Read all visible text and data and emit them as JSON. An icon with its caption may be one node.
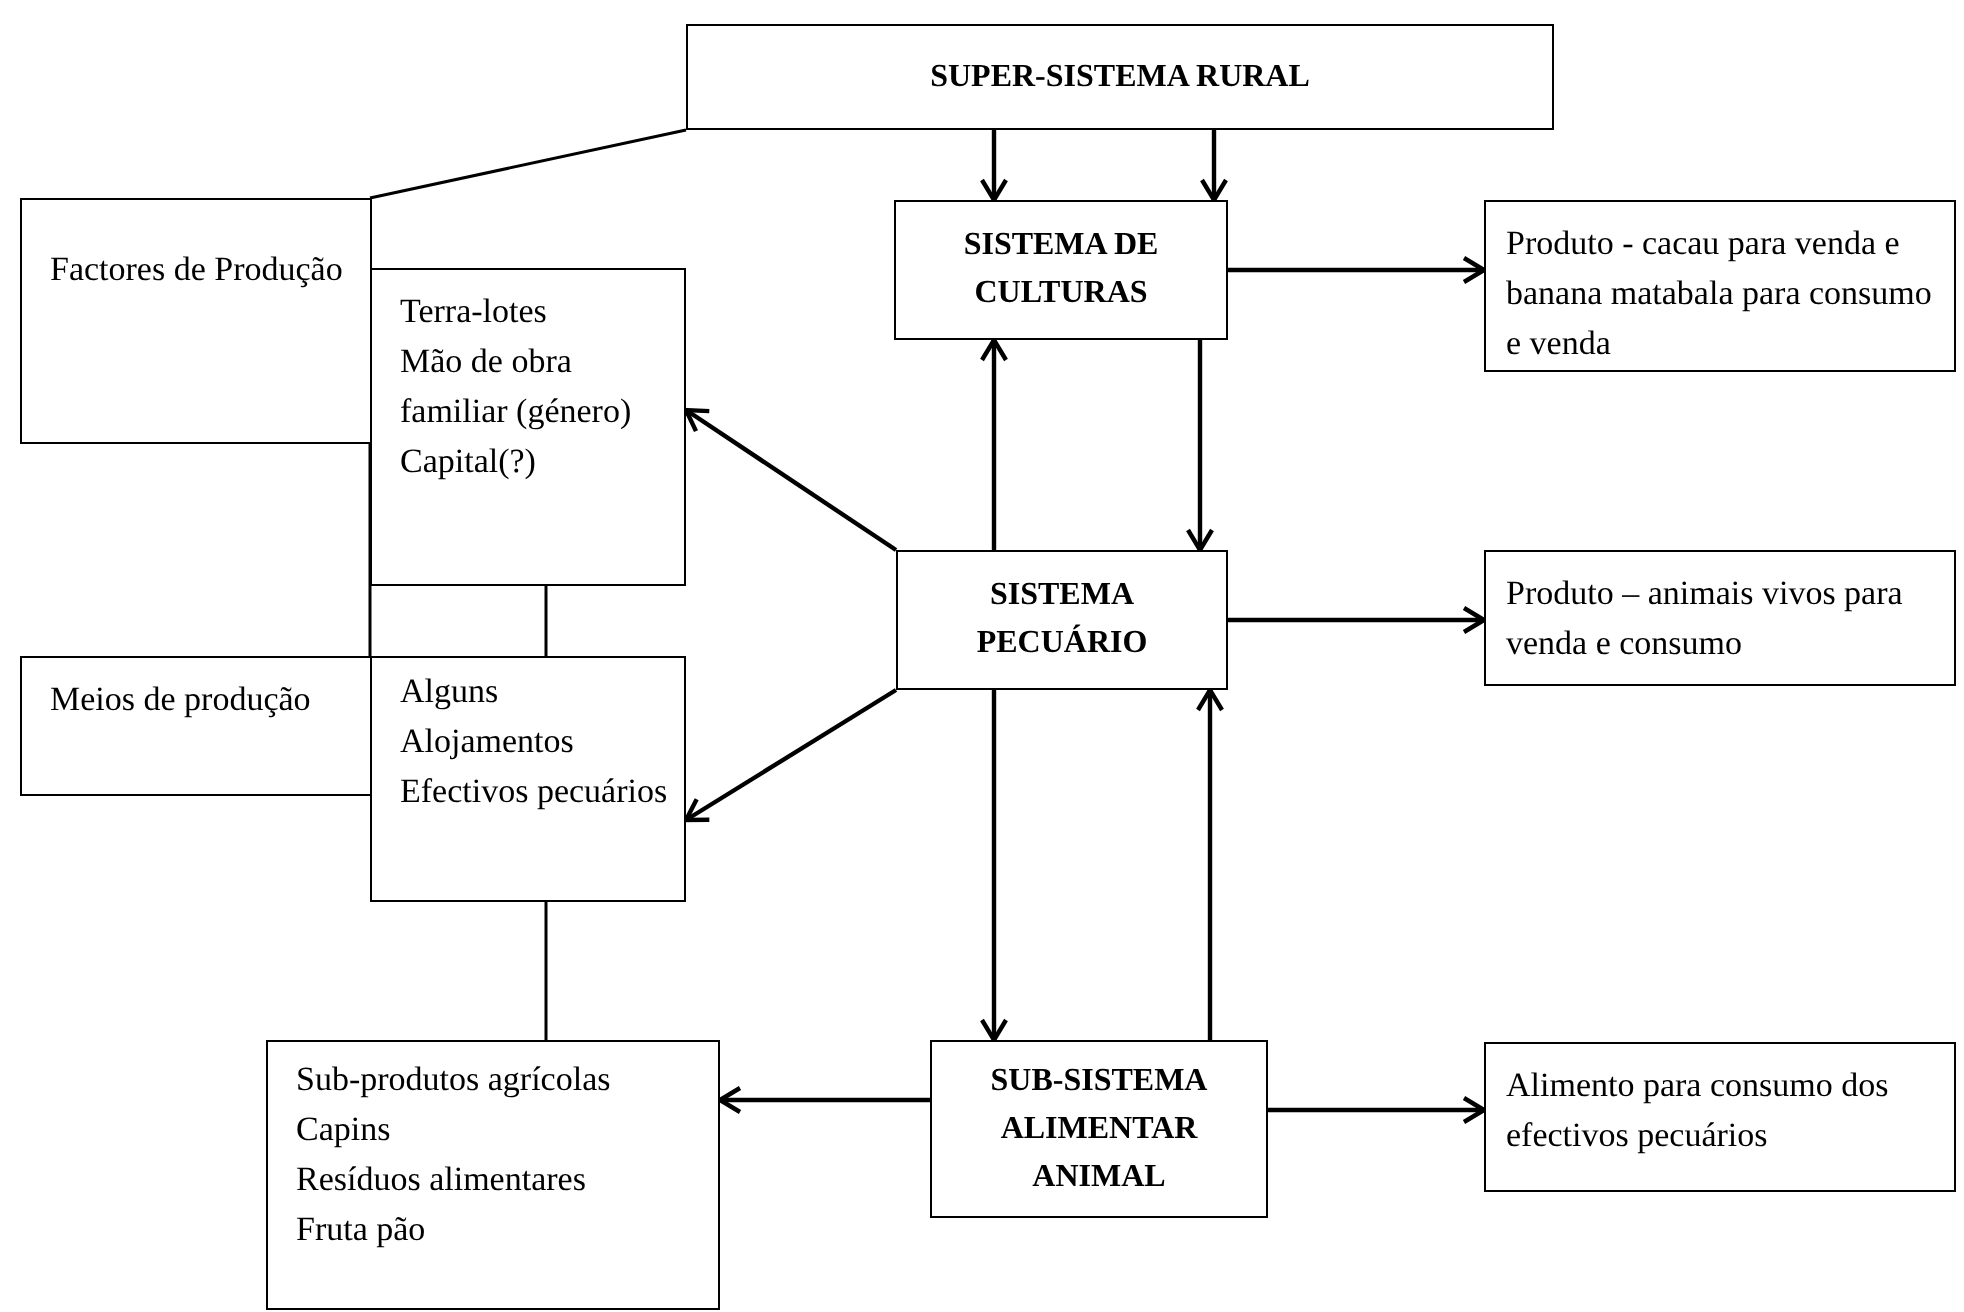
{
  "diagram": {
    "nodes": [
      {
        "text": [
          "SUPER-SISTEMA RURAL"
        ]
      },
      {
        "text": [
          "Factores de Produção"
        ]
      },
      {
        "text": [
          "Terra-lotes",
          "Mão de obra familiar (género)",
          "Capital(?)"
        ]
      },
      {
        "text": [
          "SISTEMA DE CULTURAS"
        ]
      },
      {
        "text": [
          "Produto - cacau para venda e banana matabala para consumo e venda"
        ]
      },
      {
        "text": [
          "SISTEMA PECUÁRIO"
        ]
      },
      {
        "text": [
          "Produto – animais vivos para venda e consumo"
        ]
      },
      {
        "text": [
          "Meios de produção"
        ]
      },
      {
        "text": [
          "Alguns",
          "Alojamentos",
          "Efectivos pecuários"
        ]
      },
      {
        "text": [
          "Sub-produtos agrícolas",
          "Capins",
          "Resíduos alimentares",
          "Fruta pão"
        ]
      },
      {
        "text": [
          "SUB-SISTEMA ALIMENTAR ANIMAL"
        ]
      },
      {
        "text": [
          "Alimento para consumo dos efectivos pecuários"
        ]
      }
    ],
    "edges": [
      {
        "from": 0,
        "to": 3,
        "arrow": "to"
      },
      {
        "from": 0,
        "to": 3,
        "arrow": "to"
      },
      {
        "from": 3,
        "to": 4,
        "arrow": "to"
      },
      {
        "from": 3,
        "to": 5,
        "arrow": "to"
      },
      {
        "from": 5,
        "to": 3,
        "arrow": "to"
      },
      {
        "from": 5,
        "to": 2,
        "arrow": "to"
      },
      {
        "from": 5,
        "to": 8,
        "arrow": "to"
      },
      {
        "from": 5,
        "to": 6,
        "arrow": "to"
      },
      {
        "from": 5,
        "to": 10,
        "arrow": "to"
      },
      {
        "from": 10,
        "to": 5,
        "arrow": "to"
      },
      {
        "from": 10,
        "to": 9,
        "arrow": "to"
      },
      {
        "from": 10,
        "to": 11,
        "arrow": "to"
      },
      {
        "from": 0,
        "to": 1,
        "arrow": "none"
      },
      {
        "from": 1,
        "to": 7,
        "arrow": "none"
      },
      {
        "from": 2,
        "to": 8,
        "arrow": "none"
      },
      {
        "from": 8,
        "to": 9,
        "arrow": "none"
      }
    ]
  }
}
